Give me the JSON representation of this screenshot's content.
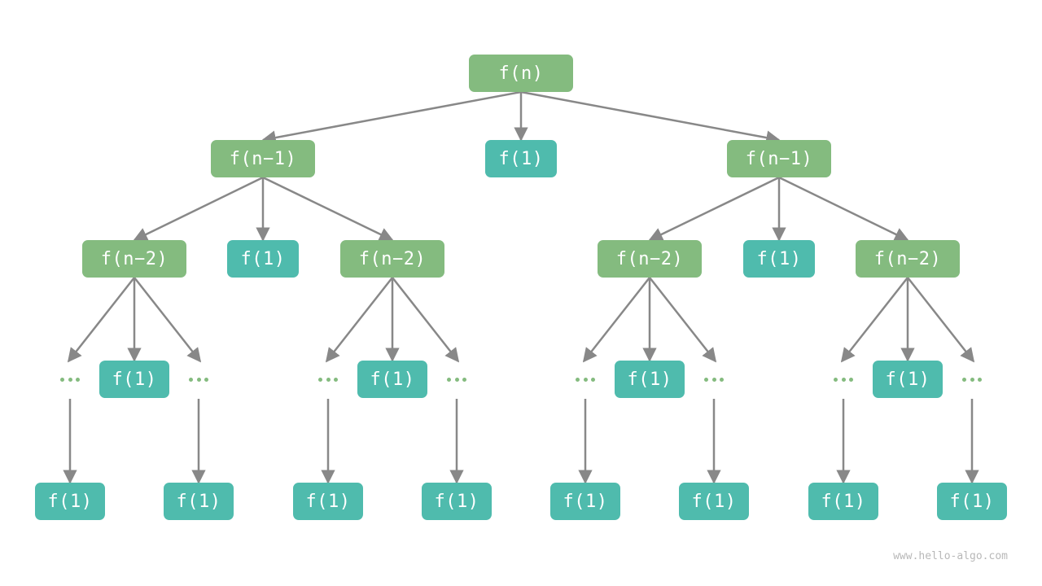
{
  "diagram": {
    "nodes": [
      {
        "id": "root",
        "label": "f(n)",
        "kind": "call",
        "color": "#84bb7f"
      },
      {
        "id": "l1-left",
        "label": "f(n−1)",
        "kind": "call",
        "color": "#84bb7f"
      },
      {
        "id": "l1-mid",
        "label": "f(1)",
        "kind": "base",
        "color": "#4fbbad"
      },
      {
        "id": "l1-right",
        "label": "f(n−1)",
        "kind": "call",
        "color": "#84bb7f"
      },
      {
        "id": "l2-a",
        "label": "f(n−2)",
        "kind": "call",
        "color": "#84bb7f"
      },
      {
        "id": "l2-b",
        "label": "f(1)",
        "kind": "base",
        "color": "#4fbbad"
      },
      {
        "id": "l2-c",
        "label": "f(n−2)",
        "kind": "call",
        "color": "#84bb7f"
      },
      {
        "id": "l2-d",
        "label": "f(n−2)",
        "kind": "call",
        "color": "#84bb7f"
      },
      {
        "id": "l2-e",
        "label": "f(1)",
        "kind": "base",
        "color": "#4fbbad"
      },
      {
        "id": "l2-f",
        "label": "f(n−2)",
        "kind": "call",
        "color": "#84bb7f"
      },
      {
        "id": "l3-1",
        "label": "…",
        "kind": "ellipsis",
        "color": "#84bb7f"
      },
      {
        "id": "l3-2",
        "label": "f(1)",
        "kind": "base",
        "color": "#4fbbad"
      },
      {
        "id": "l3-3",
        "label": "…",
        "kind": "ellipsis",
        "color": "#84bb7f"
      },
      {
        "id": "l3-4",
        "label": "…",
        "kind": "ellipsis",
        "color": "#84bb7f"
      },
      {
        "id": "l3-5",
        "label": "f(1)",
        "kind": "base",
        "color": "#4fbbad"
      },
      {
        "id": "l3-6",
        "label": "…",
        "kind": "ellipsis",
        "color": "#84bb7f"
      },
      {
        "id": "l3-7",
        "label": "…",
        "kind": "ellipsis",
        "color": "#84bb7f"
      },
      {
        "id": "l3-8",
        "label": "f(1)",
        "kind": "base",
        "color": "#4fbbad"
      },
      {
        "id": "l3-9",
        "label": "…",
        "kind": "ellipsis",
        "color": "#84bb7f"
      },
      {
        "id": "l3-10",
        "label": "…",
        "kind": "ellipsis",
        "color": "#84bb7f"
      },
      {
        "id": "l3-11",
        "label": "f(1)",
        "kind": "base",
        "color": "#4fbbad"
      },
      {
        "id": "l3-12",
        "label": "…",
        "kind": "ellipsis",
        "color": "#84bb7f"
      },
      {
        "id": "l4-1",
        "label": "f(1)",
        "kind": "base",
        "color": "#4fbbad"
      },
      {
        "id": "l4-2",
        "label": "f(1)",
        "kind": "base",
        "color": "#4fbbad"
      },
      {
        "id": "l4-3",
        "label": "f(1)",
        "kind": "base",
        "color": "#4fbbad"
      },
      {
        "id": "l4-4",
        "label": "f(1)",
        "kind": "base",
        "color": "#4fbbad"
      },
      {
        "id": "l4-5",
        "label": "f(1)",
        "kind": "base",
        "color": "#4fbbad"
      },
      {
        "id": "l4-6",
        "label": "f(1)",
        "kind": "base",
        "color": "#4fbbad"
      },
      {
        "id": "l4-7",
        "label": "f(1)",
        "kind": "base",
        "color": "#4fbbad"
      },
      {
        "id": "l4-8",
        "label": "f(1)",
        "kind": "base",
        "color": "#4fbbad"
      }
    ],
    "edges": [
      [
        "root",
        "l1-left"
      ],
      [
        "root",
        "l1-mid"
      ],
      [
        "root",
        "l1-right"
      ],
      [
        "l1-left",
        "l2-a"
      ],
      [
        "l1-left",
        "l2-b"
      ],
      [
        "l1-left",
        "l2-c"
      ],
      [
        "l1-right",
        "l2-d"
      ],
      [
        "l1-right",
        "l2-e"
      ],
      [
        "l1-right",
        "l2-f"
      ],
      [
        "l2-a",
        "l3-1"
      ],
      [
        "l2-a",
        "l3-2"
      ],
      [
        "l2-a",
        "l3-3"
      ],
      [
        "l2-c",
        "l3-4"
      ],
      [
        "l2-c",
        "l3-5"
      ],
      [
        "l2-c",
        "l3-6"
      ],
      [
        "l2-d",
        "l3-7"
      ],
      [
        "l2-d",
        "l3-8"
      ],
      [
        "l2-d",
        "l3-9"
      ],
      [
        "l2-f",
        "l3-10"
      ],
      [
        "l2-f",
        "l3-11"
      ],
      [
        "l2-f",
        "l3-12"
      ],
      [
        "l3-1",
        "l4-1"
      ],
      [
        "l3-3",
        "l4-2"
      ],
      [
        "l3-4",
        "l4-3"
      ],
      [
        "l3-6",
        "l4-4"
      ],
      [
        "l3-7",
        "l4-5"
      ],
      [
        "l3-9",
        "l4-6"
      ],
      [
        "l3-10",
        "l4-7"
      ],
      [
        "l3-12",
        "l4-8"
      ]
    ],
    "edge_color": "#888888"
  },
  "watermark": "www.hello-algo.com"
}
